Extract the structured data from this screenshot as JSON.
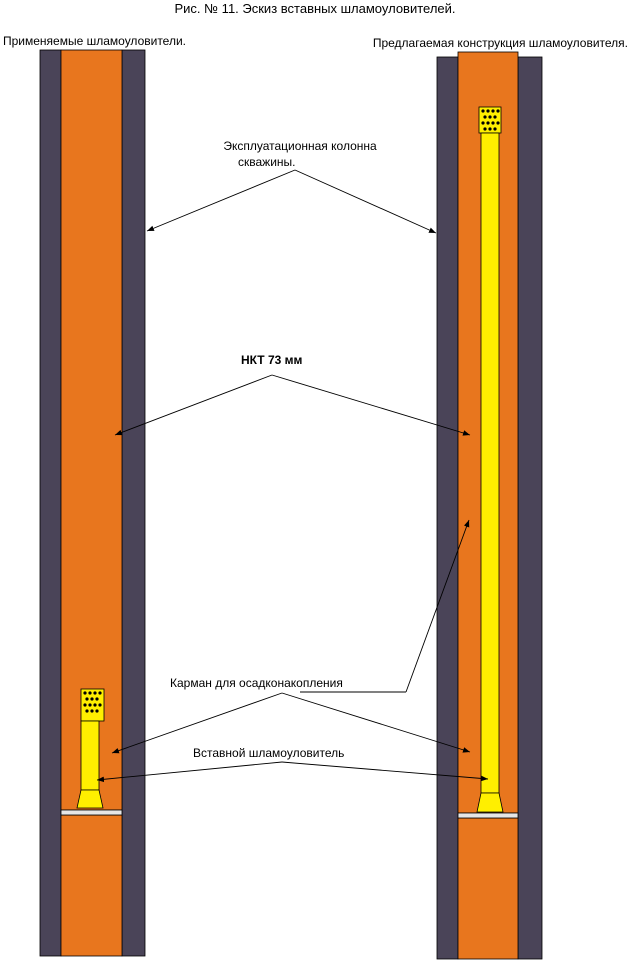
{
  "title": "Рис. № 11. Эскиз вставных шламоуловителей.",
  "left_caption": "Применяемые шламоуловители.",
  "right_caption": "Предлагаемая конструкция шламоуловителя.",
  "labels": {
    "casing_line1": "Эксплуатационная колонна",
    "casing_line2": "скважины.",
    "tubing": "НКТ 73 мм",
    "pocket": "Карман для осадконакопления",
    "insert": "Вставной шламоуловитель"
  },
  "colors": {
    "casing": "#4a4458",
    "tubing": "#e8761e",
    "trap": "#ffef00",
    "outline": "#000000"
  }
}
